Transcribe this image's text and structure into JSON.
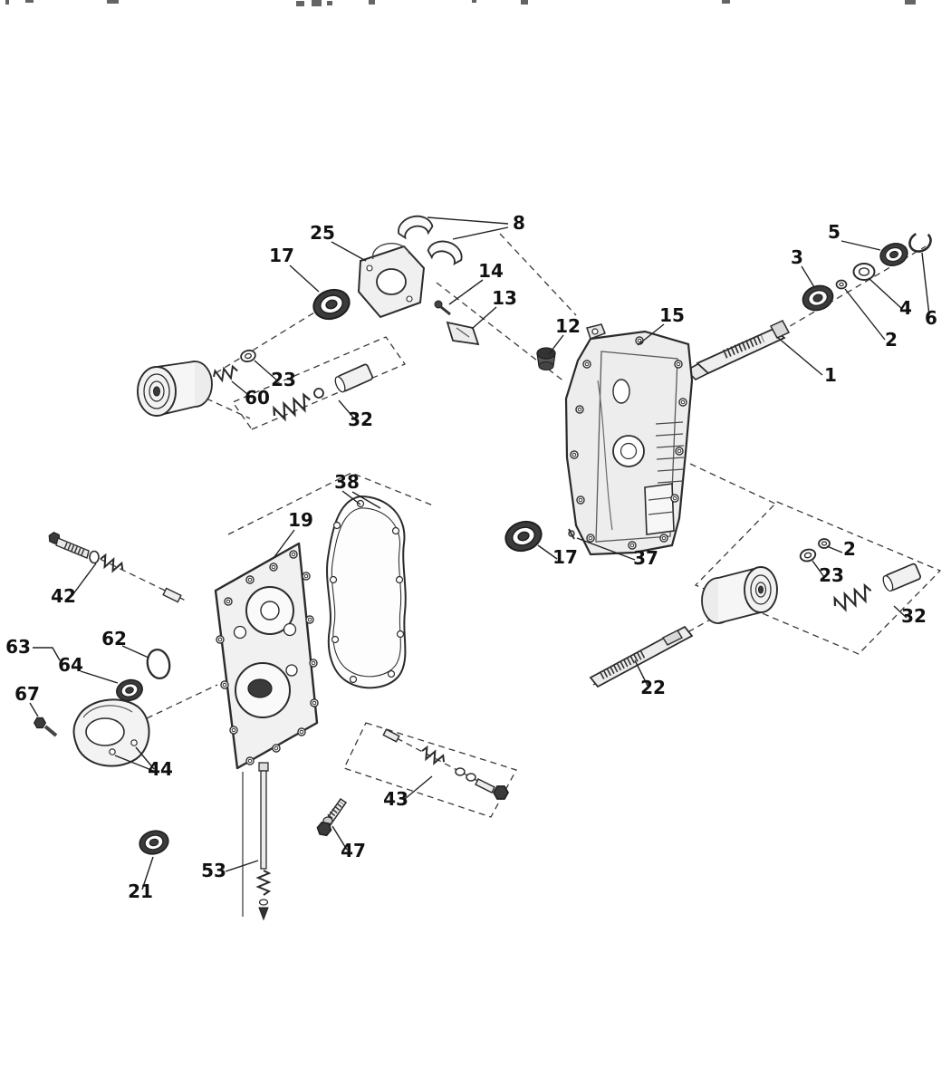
{
  "colors": {
    "paper": "#ffffff",
    "ink": "#222222"
  },
  "diagram": {
    "callouts": [
      {
        "label": "8"
      },
      {
        "label": "25"
      },
      {
        "label": "17"
      },
      {
        "label": "14"
      },
      {
        "label": "13"
      },
      {
        "label": "5"
      },
      {
        "label": "3"
      },
      {
        "label": "4"
      },
      {
        "label": "6"
      },
      {
        "label": "2"
      },
      {
        "label": "15"
      },
      {
        "label": "12"
      },
      {
        "label": "1"
      },
      {
        "label": "23"
      },
      {
        "label": "60"
      },
      {
        "label": "32"
      },
      {
        "label": "38"
      },
      {
        "label": "19"
      },
      {
        "label": "17"
      },
      {
        "label": "37"
      },
      {
        "label": "2"
      },
      {
        "label": "23"
      },
      {
        "label": "32"
      },
      {
        "label": "42"
      },
      {
        "label": "63"
      },
      {
        "label": "62"
      },
      {
        "label": "64"
      },
      {
        "label": "67"
      },
      {
        "label": "44"
      },
      {
        "label": "21"
      },
      {
        "label": "53"
      },
      {
        "label": "47"
      },
      {
        "label": "43"
      },
      {
        "label": "22"
      }
    ]
  }
}
